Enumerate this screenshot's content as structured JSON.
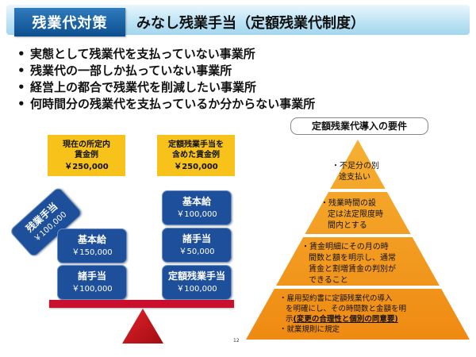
{
  "header": {
    "tab_label": "残業代対策",
    "title": "みなし残業手当（定額残業代制度）"
  },
  "bullets": [
    "実態として残業代を支払っていない事業所",
    "残業代の一部しか払っていない事業所",
    "経営上の都合で残業代を削減したい事業所",
    "何時間分の残業代を支払っているか分からない事業所"
  ],
  "left_example": {
    "title_line1": "現在の所定内",
    "title_line2": "賃金例",
    "total": "￥250,000",
    "boxes": [
      {
        "label": "基本給",
        "amount": "￥150,000"
      },
      {
        "label": "諸手当",
        "amount": "￥100,000"
      }
    ],
    "tilted_box": {
      "label": "残業手当",
      "amount": "￥100,000"
    }
  },
  "right_example": {
    "title_line1": "定額残業手当を",
    "title_line2": "含めた賃金例",
    "total": "￥250,000",
    "boxes": [
      {
        "label": "基本給",
        "amount": "￥100,000"
      },
      {
        "label": "諸手当",
        "amount": "￥50,000"
      },
      {
        "label": "定額残業手当",
        "amount": "￥100,000"
      }
    ]
  },
  "requirements": {
    "title": "定額残業代導入の要件",
    "tier1_line1": "・不足分の別",
    "tier1_line2": "途支払い",
    "tier2_line1": "・残業時間の設",
    "tier2_line2": "定は法定限度時",
    "tier2_line3": "間内とする",
    "tier3_line1": "・賃金明細にその月の時",
    "tier3_line2": "間数と額を明示し、通常",
    "tier3_line3": "賃金と割増賃金の判別が",
    "tier3_line4": "できること",
    "tier4_line1": "・雇用契約書に定額残業代の導入",
    "tier4_line2": "を明確にし、その時間数と金額を明",
    "tier4_line3_prefix": "示",
    "tier4_line3_emph": "(変更の合理性と個別の同意要)",
    "tier4_line4": "・就業規則に規定"
  },
  "page_number": "12",
  "colors": {
    "header_tab": "#1a5fa3",
    "yellow": "#f7c31a",
    "blue_box": "#1d4f9a",
    "pyramid": "#f39a1e",
    "beam": "#c8102e"
  }
}
